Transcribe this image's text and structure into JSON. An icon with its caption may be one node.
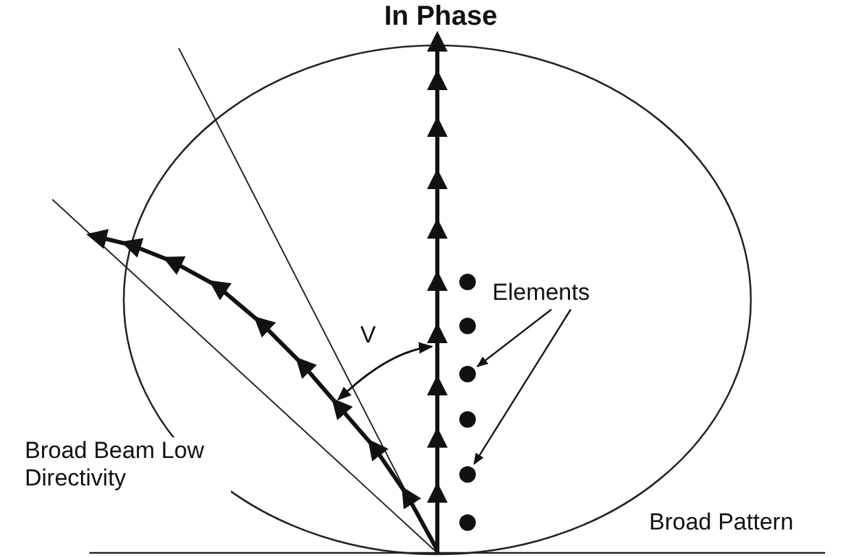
{
  "diagram": {
    "title": "In Phase",
    "nodes": [
      {
        "text": [
          "Elements"
        ]
      },
      {
        "text": [],
        "shape": "circle"
      },
      {
        "text": [],
        "shape": "circle"
      },
      {
        "text": [],
        "shape": "circle"
      },
      {
        "text": [],
        "shape": "circle"
      },
      {
        "text": [],
        "shape": "circle"
      },
      {
        "text": [],
        "shape": "circle"
      }
    ],
    "edges": [
      {
        "from": 0,
        "to": 3,
        "arrow": "to"
      },
      {
        "from": 0,
        "to": 5,
        "arrow": "to"
      }
    ],
    "labels": [
      "V",
      "Broad Beam Low Directivity",
      "Broad Pattern"
    ]
  }
}
